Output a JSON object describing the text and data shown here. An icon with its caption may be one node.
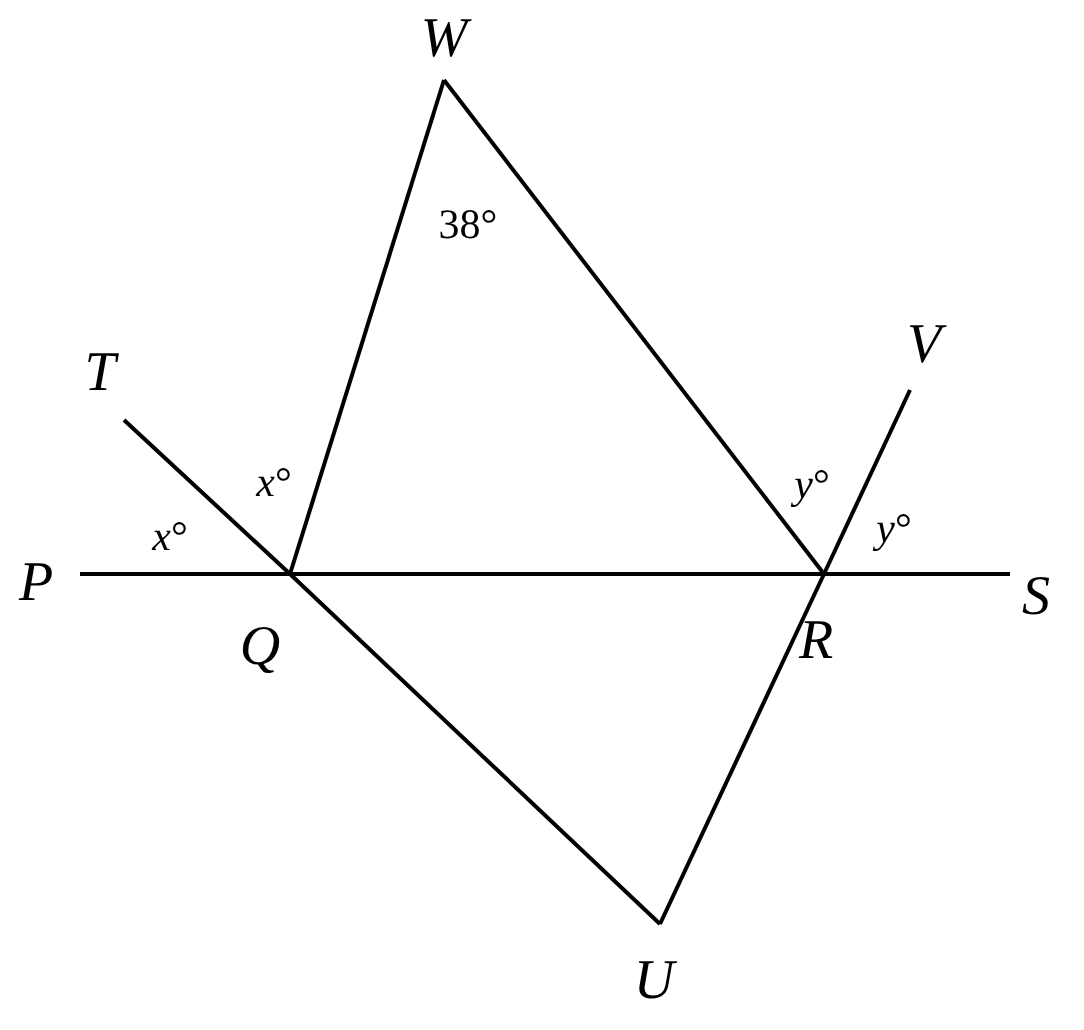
{
  "diagram": {
    "nodes": [
      {
        "text": [
          "W"
        ]
      },
      {
        "text": [
          "T"
        ]
      },
      {
        "text": [
          "V"
        ]
      },
      {
        "text": [
          "P"
        ]
      },
      {
        "text": [
          "Q"
        ]
      },
      {
        "text": [
          "R"
        ]
      },
      {
        "text": [
          "S"
        ]
      },
      {
        "text": [
          "U"
        ]
      }
    ],
    "edges": [
      {
        "from": 3,
        "to": 4,
        "arrow": "none"
      },
      {
        "from": 4,
        "to": 5,
        "arrow": "none"
      },
      {
        "from": 5,
        "to": 6,
        "arrow": "none"
      },
      {
        "from": 1,
        "to": 4,
        "arrow": "none"
      },
      {
        "from": 4,
        "to": 7,
        "arrow": "none"
      },
      {
        "from": 4,
        "to": 0,
        "arrow": "none"
      },
      {
        "from": 0,
        "to": 5,
        "arrow": "none"
      },
      {
        "from": 5,
        "to": 2,
        "arrow": "none"
      },
      {
        "from": 5,
        "to": 7,
        "arrow": "none"
      }
    ],
    "labels": [
      "38°",
      "*x*°",
      "*x*°",
      "*y*°",
      "*y*°"
    ]
  }
}
